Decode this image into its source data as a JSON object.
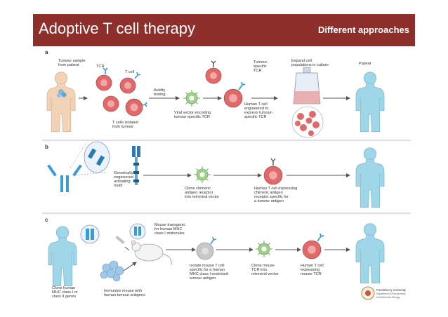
{
  "header": {
    "title": "Adoptive T cell therapy",
    "tag": "Different approaches"
  },
  "colors": {
    "header_bg": "#8e2f2c",
    "skin": "#f2d3b6",
    "patient": "#9fd6e8",
    "tcell": "#e06a6a",
    "virus": "#9fd38a",
    "receptor": "#3a9bd5"
  },
  "panel_a": {
    "letter": "a",
    "tumour_sample": [
      "Tumour sample",
      "from patient"
    ],
    "tcr": "TCR",
    "tcell": "T cell",
    "isolated": [
      "T cells isolated",
      "from tumour"
    ],
    "avidity": [
      "Avidity",
      "testing"
    ],
    "viral_vector": [
      "Viral vector encoding",
      "tumour-specific TCR"
    ],
    "tumour_specific": [
      "Tumour-",
      "specific",
      "TCR"
    ],
    "engineered": [
      "Human T cell",
      "engineered to",
      "express tumour-",
      "specific TCR"
    ],
    "expand": [
      "Expand cell",
      "populations in culture"
    ],
    "patient": "Patient"
  },
  "panel_b": {
    "letter": "b",
    "motif": [
      "Genetically",
      "engineered",
      "activating",
      "motif"
    ],
    "clone": [
      "Clone chimeric",
      "antigen receptor",
      "into retroviral vector"
    ],
    "express": [
      "Human T cell expressing",
      "chimeric antigen",
      "receptor specific for",
      "a tumour antigen"
    ]
  },
  "panel_c": {
    "letter": "c",
    "mouse_transgenic": [
      "Mouse transgenic",
      "for human MHC",
      "class I molecules"
    ],
    "clone_human": [
      "Clone human",
      "MHC class I or",
      "class II genes"
    ],
    "immunize": [
      "Immunize mouse with",
      "human tumour antigens"
    ],
    "isolate": [
      "Isolate mouse T cell",
      "specific for a human",
      "MHC class I-restricted",
      "tumour antigen"
    ],
    "clone_mouse": [
      "Clone mouse",
      "TCR into",
      "retroviral vector"
    ],
    "expressing": [
      "Human T cell",
      "expressing",
      "mouse TCR"
    ]
  },
  "logo": {
    "text": [
      "Pondicherry University",
      "Department of Biochemistry",
      "and Molecular Biology"
    ]
  }
}
